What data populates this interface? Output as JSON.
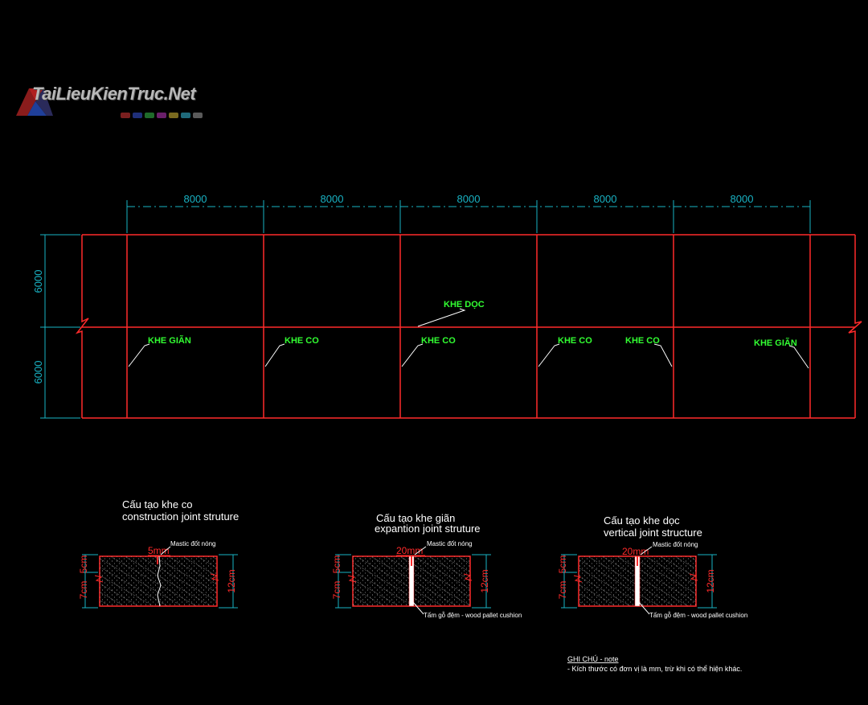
{
  "watermark": {
    "text": "TaiLieuKienTruc.Net",
    "dot_colors": [
      "#7a1f1f",
      "#1f2f7a",
      "#1f6a2a",
      "#6a1f6a",
      "#7a6a1f",
      "#1f6a7a",
      "#5a5a5a"
    ]
  },
  "plan": {
    "span_dims": [
      "8000",
      "8000",
      "8000",
      "8000",
      "8000"
    ],
    "row_dims": [
      "6000",
      "6000"
    ],
    "joint_labels": {
      "longitudinal": "KHE DỌC",
      "expansion_left": "KHE GIÃN",
      "contraction_1": "KHE CO",
      "contraction_2": "KHE CO",
      "contraction_3": "KHE CO",
      "contraction_4": "KHE CO",
      "expansion_right": "KHE GIÃN"
    }
  },
  "details": [
    {
      "title_vi": "Cấu tạo khe co",
      "title_en": "construction joint struture",
      "gap_label": "5mm",
      "mastic_label": "Mastic đốt nóng",
      "dim_top": "5cm",
      "dim_bottom": "7cm",
      "dim_right": "12cm"
    },
    {
      "title_vi": "Cấu tạo  khe giãn",
      "title_en": "expantion joint struture",
      "gap_label": "20mm",
      "mastic_label": "Mastic đốt nóng",
      "dim_top": "5cm",
      "dim_bottom": "7cm",
      "dim_right": "12cm",
      "cushion_label": "Tấm gỗ đệm - wood pallet cushion"
    },
    {
      "title_vi": "Cấu tạo khe dọc",
      "title_en": "vertical joint structure",
      "gap_label": "20mm",
      "mastic_label": "Mastic đốt nóng",
      "dim_top": "5cm",
      "dim_bottom": "7cm",
      "dim_right": "12cm",
      "cushion_label": "Tấm gỗ đệm - wood pallet cushion"
    }
  ],
  "note": {
    "title": "GHI CHÚ - note",
    "text": "- Kích thước có đơn vị là mm, trừ khi có thể hiện khác."
  },
  "colors": {
    "background": "#000000",
    "outline": "#ff2a2a",
    "dimension": "#19b3c4",
    "label": "#32ff32",
    "text": "#ffffff"
  }
}
